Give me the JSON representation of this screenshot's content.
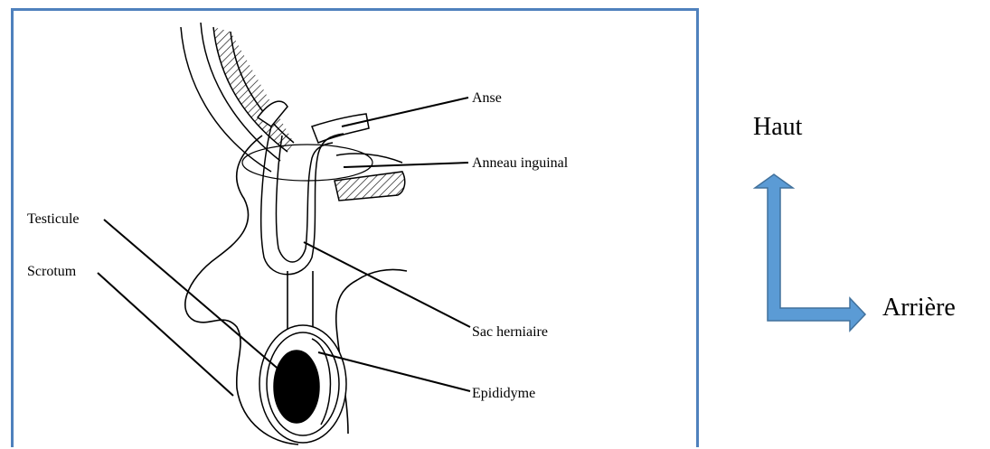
{
  "labels": {
    "anse": "Anse",
    "anneau": "Anneau inguinal",
    "testicule": "Testicule",
    "scrotum": "Scrotum",
    "sac": "Sac herniaire",
    "epididyme": "Epididyme"
  },
  "orientation": {
    "up_label": "Haut",
    "back_label": "Arrière",
    "arrow_color": "#4f81bd"
  },
  "frame_color": "#4f81bd"
}
